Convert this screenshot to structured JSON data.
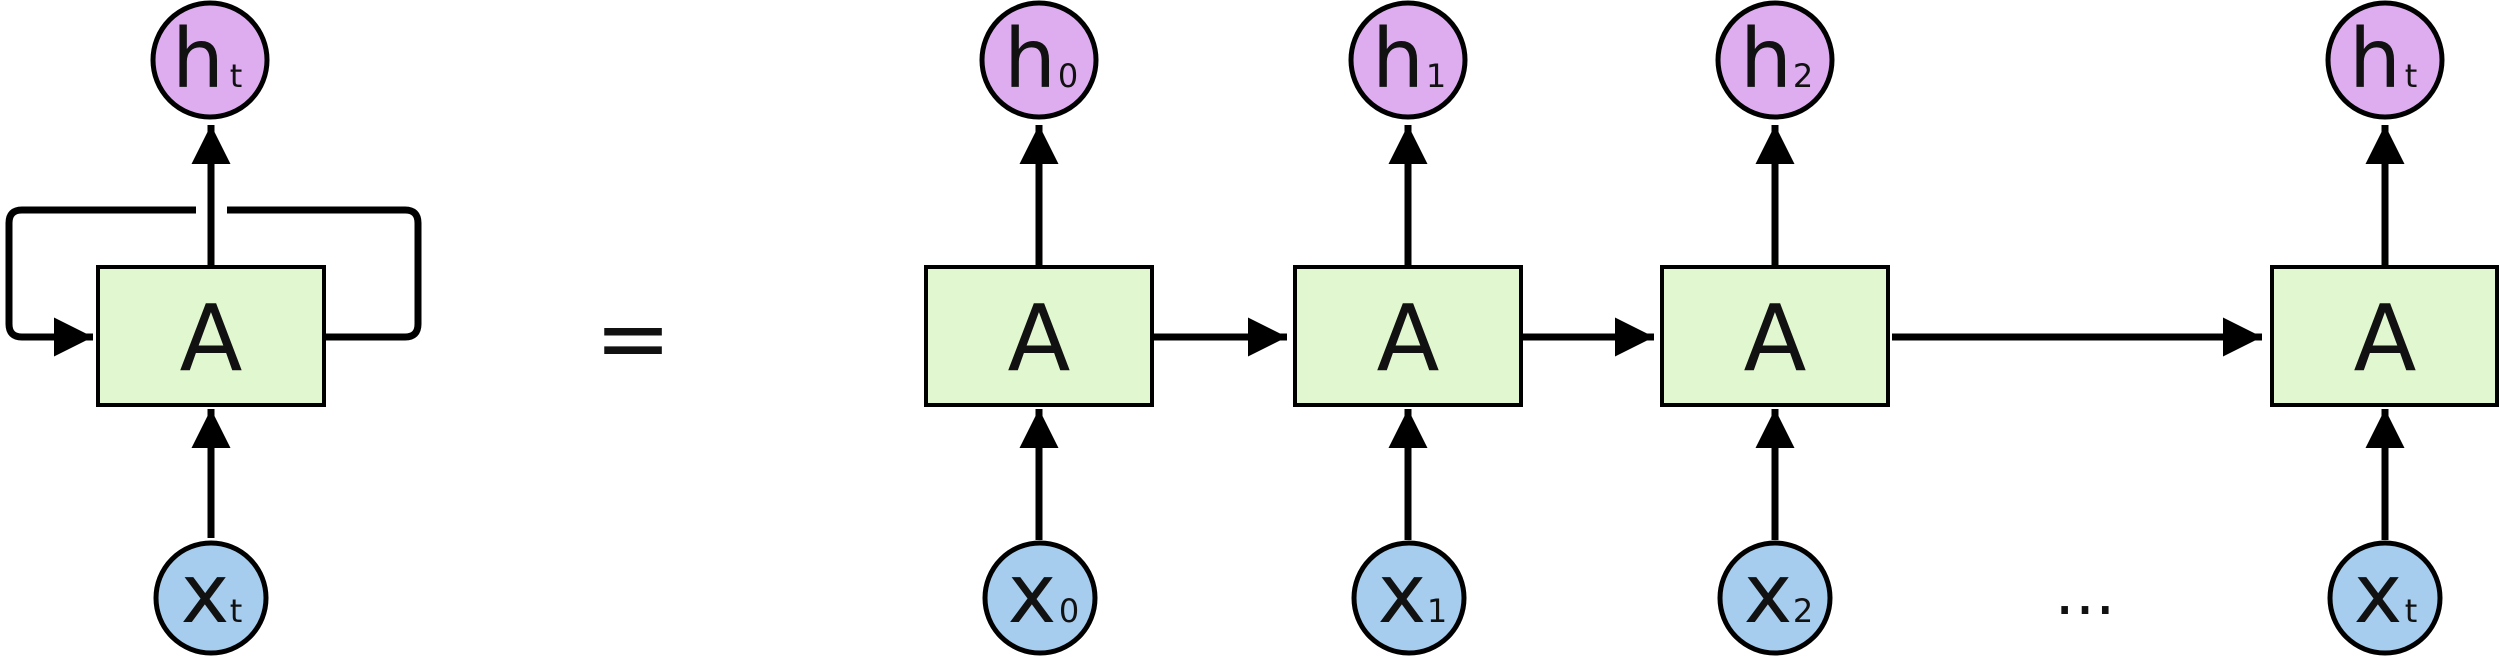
{
  "colors": {
    "box_fill": "#e1f7d0",
    "hidden_fill": "#deadf0",
    "input_fill": "#a6cdee",
    "stroke": "#000000"
  },
  "folded": {
    "box_label": "A",
    "hidden": {
      "main": "h",
      "sub": "t"
    },
    "input": {
      "main": "x",
      "sub": "t"
    }
  },
  "equals": "=",
  "unrolled": [
    {
      "box_label": "A",
      "hidden": {
        "main": "h",
        "sub": "0"
      },
      "input": {
        "main": "x",
        "sub": "0"
      }
    },
    {
      "box_label": "A",
      "hidden": {
        "main": "h",
        "sub": "1"
      },
      "input": {
        "main": "x",
        "sub": "1"
      }
    },
    {
      "box_label": "A",
      "hidden": {
        "main": "h",
        "sub": "2"
      },
      "input": {
        "main": "x",
        "sub": "2"
      }
    },
    {
      "box_label": "A",
      "hidden": {
        "main": "h",
        "sub": "t"
      },
      "input": {
        "main": "x",
        "sub": "t"
      }
    }
  ],
  "ellipsis": "..."
}
